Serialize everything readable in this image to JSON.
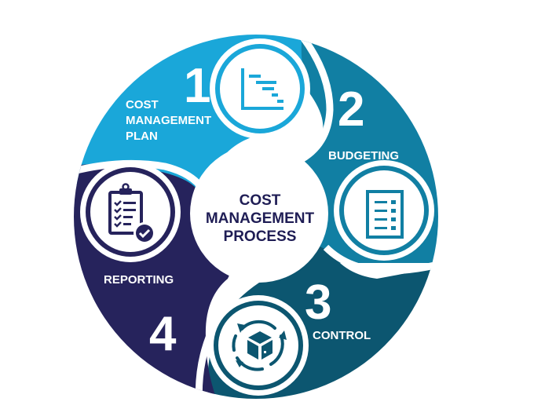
{
  "title": {
    "lines": [
      "COST",
      "MANAGEMENT",
      "PROCESS"
    ],
    "color": "#1f1d55"
  },
  "steps": [
    {
      "number": "1",
      "label_lines": [
        "COST",
        "MANAGEMENT",
        "PLAN"
      ],
      "icon": "gantt-chart-icon",
      "color": "#1aa7d9"
    },
    {
      "number": "2",
      "label_lines": [
        "BUDGETING"
      ],
      "icon": "checklist-document-icon",
      "color": "#117fa3"
    },
    {
      "number": "3",
      "label_lines": [
        "CONTROL"
      ],
      "icon": "box-cycle-icon",
      "color": "#0c5670"
    },
    {
      "number": "4",
      "label_lines": [
        "REPORTING"
      ],
      "icon": "clipboard-check-icon",
      "color": "#26235c"
    }
  ]
}
